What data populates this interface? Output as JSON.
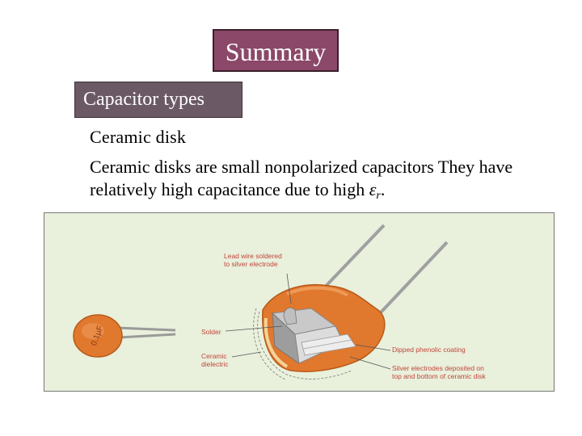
{
  "slide": {
    "title": "Summary",
    "subtitle": "Capacitor types",
    "heading": "Ceramic disk",
    "body": "Ceramic disks are small nonpolarized capacitors They have relatively high capacitance due to high",
    "epsilon_symbol": "ε",
    "epsilon_subscript": "r",
    "epsilon_end": "."
  },
  "figure": {
    "disk_marking": "0.1µF",
    "labels": {
      "lead_wire_line1": "Lead wire soldered",
      "lead_wire_line2": "to silver electrode",
      "solder": "Solder",
      "ceramic_line1": "Ceramic",
      "ceramic_line2": "dielectric",
      "coating": "Dipped phenolic coating",
      "electrodes_line1": "Silver electrodes deposited on",
      "electrodes_line2": "top and bottom of ceramic disk"
    }
  },
  "colors": {
    "title_bg": "#8b4868",
    "subtitle_bg": "#6b5a66",
    "figure_bg": "#e9f0dc",
    "capacitor_orange": "#e0782e",
    "label_red": "#c2453a"
  }
}
